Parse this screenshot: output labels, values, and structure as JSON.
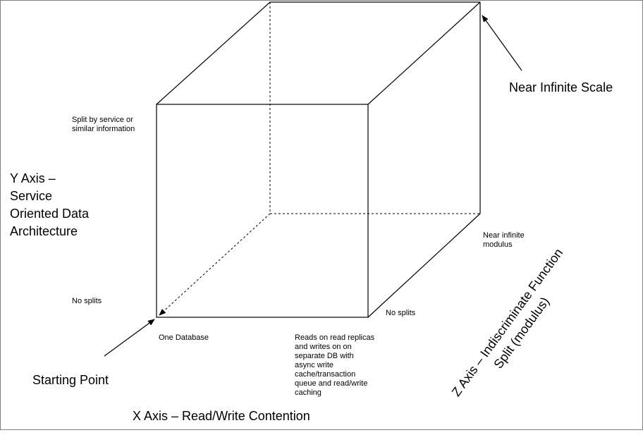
{
  "diagram": {
    "top_right_annotation": "Near Infinite Scale",
    "y_axis": {
      "title": "Y Axis –\nService\nOriented Data\nArchitecture",
      "max_label": "Split by service or\nsimilar information",
      "origin_label": "No splits"
    },
    "x_axis": {
      "title": "X Axis – Read/Write Contention",
      "origin_label": "One Database",
      "max_label": "Reads on read replicas\nand writes on on\nseparate DB with\nasync write\ncache/transaction\nqueue and  read/write\ncaching"
    },
    "z_axis": {
      "title": "Z Axis – Indiscriminate Function\nSplit (modulus)",
      "origin_label": "No splits",
      "max_label": "Near infinite\nmodulus"
    },
    "start_annotation": "Starting Point"
  }
}
